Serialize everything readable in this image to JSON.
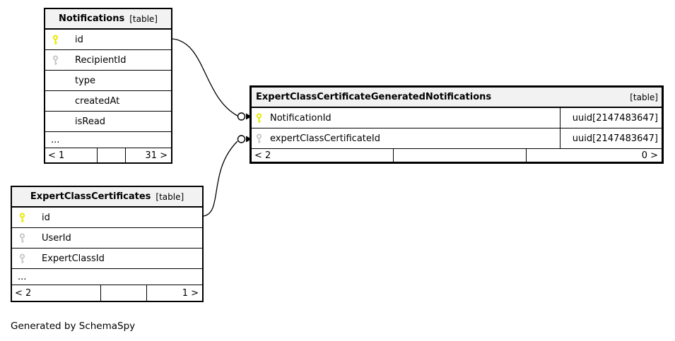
{
  "page": {
    "footer_note": "Generated by SchemaSpy"
  },
  "colors": {
    "primary_key": "#e8e800",
    "foreign_key": "#c8c8c8",
    "header_bg": "#f2f2f2",
    "border": "#000000",
    "background": "#ffffff"
  },
  "tables": [
    {
      "title": "Notifications",
      "tag": "[table]",
      "columns": [
        {
          "name": "id",
          "key": "primary"
        },
        {
          "name": "RecipientId",
          "key": "foreign"
        },
        {
          "name": "type",
          "key": "none"
        },
        {
          "name": "createdAt",
          "key": "none"
        },
        {
          "name": "isRead",
          "key": "none"
        }
      ],
      "ellipsis": "...",
      "pager": {
        "prev": "< 1",
        "next": "31 >"
      }
    },
    {
      "title": "ExpertClassCertificateGeneratedNotifications",
      "tag": "[table]",
      "columns": [
        {
          "name": "NotificationId",
          "key": "primary",
          "type": "uuid[2147483647]"
        },
        {
          "name": "expertClassCertificateId",
          "key": "foreign",
          "type": "uuid[2147483647]"
        }
      ],
      "pager": {
        "prev": "< 2",
        "next": "0 >"
      }
    },
    {
      "title": "ExpertClassCertificates",
      "tag": "[table]",
      "columns": [
        {
          "name": "id",
          "key": "primary"
        },
        {
          "name": "UserId",
          "key": "foreign"
        },
        {
          "name": "ExpertClassId",
          "key": "foreign"
        }
      ],
      "ellipsis": "...",
      "pager": {
        "prev": "< 2",
        "next": "1 >"
      }
    }
  ],
  "relationships": [
    {
      "from": "Notifications.id",
      "to": "ExpertClassCertificateGeneratedNotifications.NotificationId"
    },
    {
      "from": "ExpertClassCertificates.id",
      "to": "ExpertClassCertificateGeneratedNotifications.expertClassCertificateId"
    }
  ]
}
